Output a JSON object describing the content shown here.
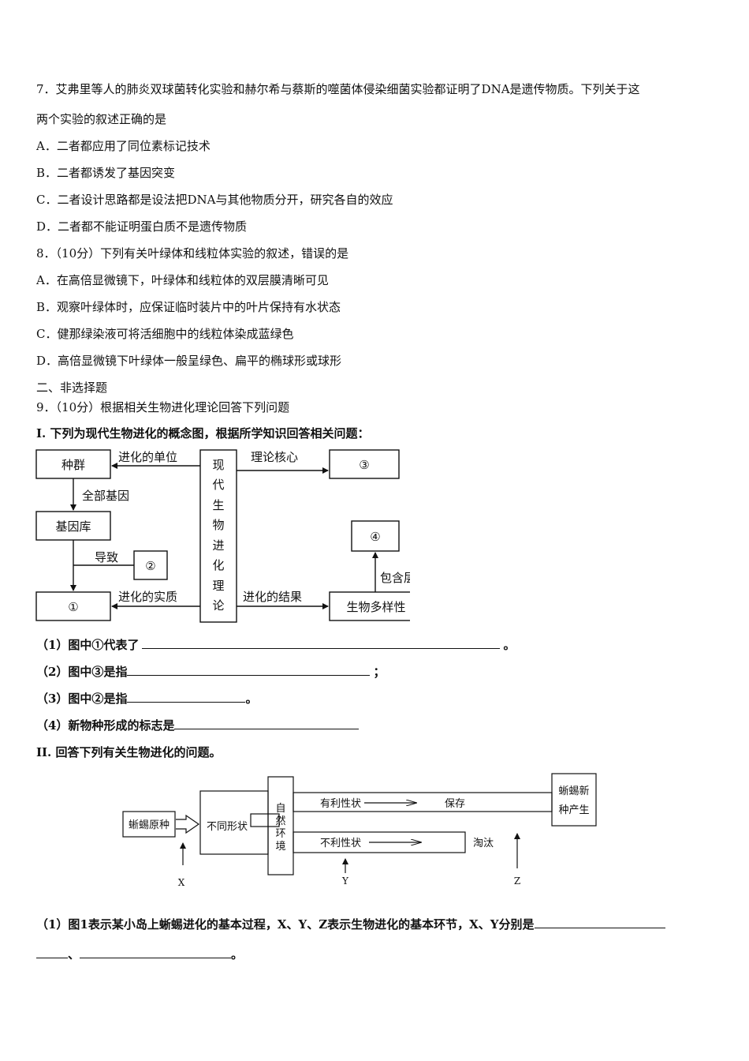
{
  "q7": {
    "line1": "7．艾弗里等人的肺炎双球菌转化实验和赫尔希与蔡斯的噬菌体侵染细菌实验都证明了DNA是遗传物质。下列关于这",
    "line2": "两个实验的叙述正确的是",
    "options": [
      "A．二者都应用了同位素标记技术",
      "B．二者都诱发了基因突变",
      "C．二者设计思路都是设法把DNA与其他物质分开，研究各自的效应",
      "D．二者都不能证明蛋白质不是遗传物质"
    ]
  },
  "q8": {
    "stem": "8．（10分）下列有关叶绿体和线粒体实验的叙述，错误的是",
    "options": [
      "A．在高倍显微镜下，叶绿体和线粒体的双层膜清晰可见",
      "B．观察叶绿体时，应保证临时装片中的叶片保持有水状态",
      "C．健那绿染液可将活细胞中的线粒体染成蓝绿色",
      "D．高倍显微镜下叶绿体一般呈绿色、扁平的椭球形或球形"
    ]
  },
  "section2": "二、非选择题",
  "q9": {
    "stem": "9．（10分）根据相关生物进化理论回答下列问题",
    "part1": "I. 下列为现代生物进化的概念图，根据所学知识回答相关问题：",
    "diagram1": {
      "center": [
        "现",
        "代",
        "生",
        "物",
        "进",
        "化",
        "理",
        "论"
      ],
      "box_population": "种群",
      "box_genepool": "基因库",
      "box_1": "①",
      "box_2": "②",
      "box_3": "③",
      "box_4": "④",
      "box_biodiversity": "生物多样性",
      "label_unit": "进化的单位",
      "label_allgenes": "全部基因",
      "label_cause": "导致",
      "label_essence": "进化的实质",
      "label_core": "理论核心",
      "label_result": "进化的结果",
      "label_levels": "包含层次"
    },
    "sub1": "（1）图中①代表了",
    "sub1_end": "。",
    "sub2": "（2）图中③是指",
    "sub2_end": "；",
    "sub3": "（3）图中②是指",
    "sub3_end": "。",
    "sub4": "（4）新物种形成的标志是",
    "part2": "II. 回答下列有关生物进化的问题。",
    "diagram2": {
      "box_original": "蜥蜴原种",
      "box_traits": "不同形状",
      "env": [
        "自",
        "然",
        "环",
        "境"
      ],
      "favorable": "有利性状",
      "preserve": "保存",
      "unfavorable": "不利性状",
      "eliminate": "淘汰",
      "new_species": [
        "蜥蜴新",
        "种产生"
      ],
      "x": "X",
      "y": "Y",
      "z": "Z"
    },
    "q2_line1": "（1）图1表示某小岛上蜥蜴进化的基本过程，X、Y、Z表示生物进化的基本环节，X、Y分别是",
    "q2_sep": "、",
    "q2_end": "。"
  }
}
